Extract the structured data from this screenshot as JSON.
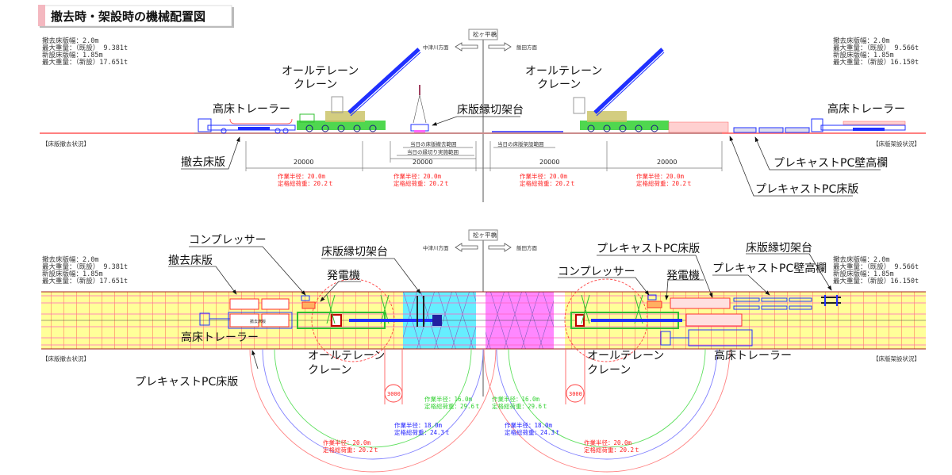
{
  "title": "撤去時・架設時の機械配置図",
  "bridge_name": "松ヶ平橋",
  "direction_left": "中津川方面",
  "direction_right": "飯田方面",
  "info_left": [
    "撤去床版幅：2.0m",
    "最大重量：（既設） 9.381t",
    "新設床版幅：1.85m",
    "最大重量：（新設）17.651t"
  ],
  "info_right": [
    "撤去床版幅：2.0m",
    "最大重量：（既設） 9.566t",
    "新設床版幅：1.85m",
    "最大重量：（新設）16.150t"
  ],
  "status_removal": "【床版撤去状況】",
  "status_install": "【床版架設状況】",
  "labels": {
    "crane_1": "オールテレーン",
    "crane_2": "クレーン",
    "trailer": "高床トレーラー",
    "edge_cut_stand": "床版縁切架台",
    "removed_slab": "撤去床版",
    "pc_railing": "プレキャストPC壁高欄",
    "pc_slab": "プレキャストPC床版",
    "compressor": "コンプレッサー",
    "generator": "発電機",
    "slab_mark": "撤去床版"
  },
  "ranges": {
    "removal_today": "当日の床版撤去範囲",
    "cut_today": "当日の縁切り実施範囲",
    "install_today": "当日の床版架設範囲"
  },
  "dimension": "20000",
  "small_dim": "3000",
  "capacity": {
    "r20_radius": "作業半径：20.0m",
    "r20_load": "定格総荷重：20.2ｔ",
    "r18_radius": "作業半径：18.0m",
    "r18_load": "定格総荷重：24.3ｔ",
    "r16_radius": "作業半径：16.0m",
    "r16_load": "定格総荷重：29.6ｔ"
  },
  "colors": {
    "title_accent": "#f4b8c0",
    "deck_fill": "#ffff99",
    "cut_zone": "#66eeff",
    "install_zone": "#ff88ff",
    "r20": "#ff2020",
    "r18": "#2020ff",
    "r16": "#30d030"
  }
}
